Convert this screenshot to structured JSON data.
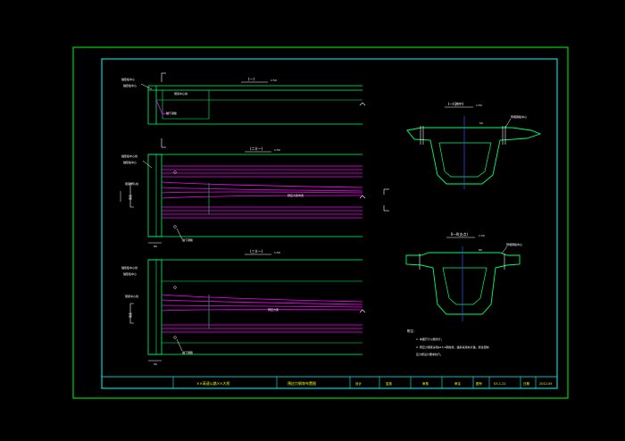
{
  "colors": {
    "background": "#000000",
    "frame_outer": "#00ff00",
    "frame_inner": "#00ffff",
    "beam_outline": "#00ff66",
    "tendon": "#ff00ff",
    "dimension": "#ffffff",
    "axis": "#3355ff",
    "text_yellow": "#ffff00",
    "text_white": "#ffffff"
  },
  "drawing": {
    "view_top_title": "(一)",
    "view_mid_title": "(二)(一)",
    "view_bot_title": "(三)(一)",
    "section_top_title": "Ⅰ—Ⅰ(跨中)",
    "section_bot_title": "Ⅱ—Ⅱ(支点)",
    "scale": "1:50",
    "mid_center_label": "预应力束布置",
    "bot_center_label": "预应力束",
    "callout_top_1": "锚垫板中心",
    "callout_top_2": "锚垫板中心",
    "callout_left_a": "锚垫板中心线",
    "callout_left_b": "钢束中心线",
    "callout_left_c": "锚下钢筋",
    "callout_section_right": "预埋钢板中心",
    "bracket_label": "钢束",
    "dim_60": "60",
    "dim_50": "50",
    "notes_title": "附注：",
    "notes": [
      "1. 本图尺寸以厘米计。",
      "2. 预应力钢束采用φ15.2钢绞线，锚具采用夹片锚，张拉控制",
      "   应力按设计要求执行。"
    ]
  },
  "title_block": {
    "project": "××高速公路××大桥",
    "drawing_name": "预应力钢束布置图",
    "design": "设计",
    "check": "复核",
    "review": "审核",
    "approve": "审定",
    "drawing_no_label": "图号",
    "drawing_no": "S3-1-21",
    "date_label": "日期",
    "date": "2012.05"
  }
}
